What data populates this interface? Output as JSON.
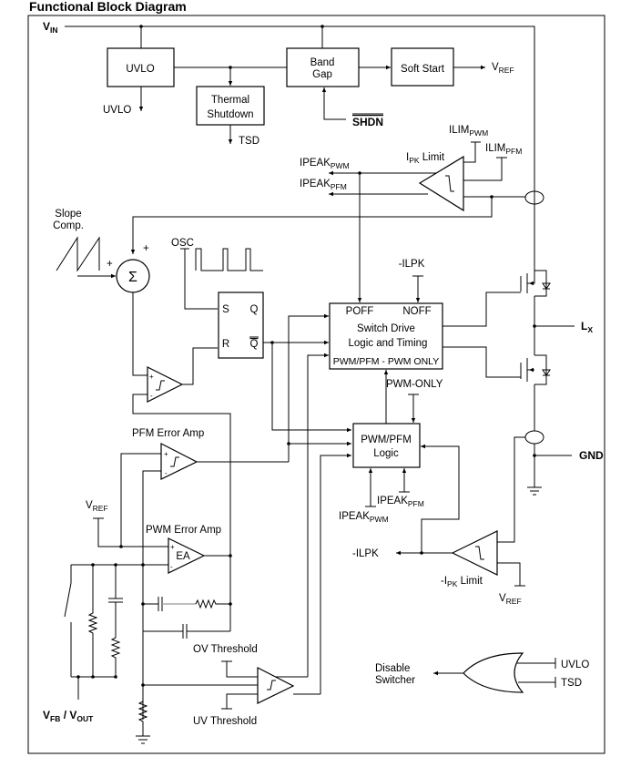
{
  "title": "Functional Block Diagram",
  "blocks": {
    "uvlo": "UVLO",
    "thermal_1": "Thermal",
    "thermal_2": "Shutdown",
    "bandgap_1": "Band",
    "bandgap_2": "Gap",
    "softstart": "Soft Start",
    "switch_drive": {
      "poff": "POFF",
      "noff": "NOFF",
      "line1": "Switch Drive",
      "line2": "Logic and Timing",
      "mode": "PWM/PFM - PWM ONLY"
    },
    "pwm_pfm_logic_1": "PWM/PFM",
    "pwm_pfm_logic_2": "Logic",
    "latch": {
      "s": "S",
      "r": "R",
      "q": "Q",
      "qbar": "Q"
    },
    "ea": "EA",
    "sigma": "Σ"
  },
  "labels": {
    "vin": {
      "main": "V",
      "sub": "IN"
    },
    "uvlo_out": "UVLO",
    "tsd": "TSD",
    "shdn": "SHDN",
    "vref_out": {
      "main": "V",
      "sub": "REF"
    },
    "ilim_pwm": {
      "main": "ILIM",
      "sub": "PWM"
    },
    "ilim_pfm": {
      "main": "ILIM",
      "sub": "PFM"
    },
    "ipk_limit": {
      "main": "I",
      "sub": "PK",
      "rest": " Limit"
    },
    "ipeak_pwm": {
      "main": "IPEAK",
      "sub": "PWM"
    },
    "ipeak_pfm": {
      "main": "IPEAK",
      "sub": "PFM"
    },
    "slope_1": "Slope",
    "slope_2": "Comp.",
    "osc": "OSC",
    "neg_ilpk_top": "-ILPK",
    "pwm_only": "PWM-ONLY",
    "lx": {
      "main": "L",
      "sub": "X"
    },
    "gnd": "GND",
    "pfm_error_amp": "PFM Error Amp",
    "pwm_error_amp": "PWM Error Amp",
    "vref_left": {
      "main": "V",
      "sub": "REF"
    },
    "ipeak_pfm_low": {
      "main": "IPEAK",
      "sub": "PFM"
    },
    "ipeak_pwm_low": {
      "main": "IPEAK",
      "sub": "PWM"
    },
    "neg_ilpk": "-ILPK",
    "neg_ipk_limit": {
      "main": "-I",
      "sub": "PK",
      "rest": " Limit"
    },
    "vref_right": {
      "main": "V",
      "sub": "REF"
    },
    "ov_threshold": "OV Threshold",
    "uv_threshold": "UV Threshold",
    "disable_1": "Disable",
    "disable_2": "Switcher",
    "or_uvlo": "UVLO",
    "or_tsd": "TSD",
    "vfb": {
      "main": "V",
      "sub": "FB",
      "mid": " / V",
      "sub2": "OUT"
    },
    "plus": "+",
    "minus": "-"
  }
}
